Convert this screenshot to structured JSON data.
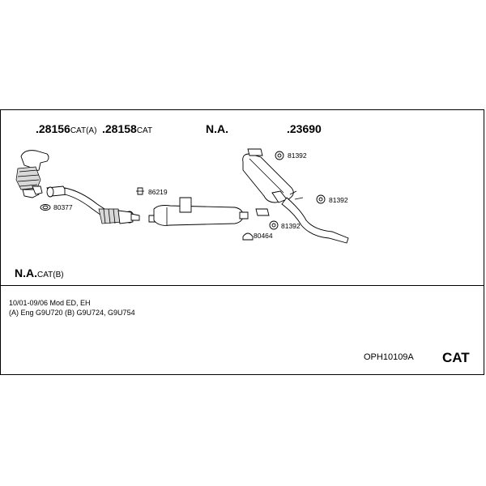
{
  "headers": {
    "item1_num": ".28156",
    "item1_sfx": "CAT(A)",
    "item2_num": ".28158",
    "item2_sfx": "CAT",
    "item3_num": "N.A.",
    "item4_num": ".23690"
  },
  "callouts": {
    "c80377": "80377",
    "c86219": "86219",
    "c81392a": "81392",
    "c81392b": "81392",
    "c81392c": "81392",
    "c80464": "80464"
  },
  "note": {
    "num": "N.A.",
    "sfx": "CAT(B)"
  },
  "info": {
    "line1": "10/01-09/06    Mod ED, EH",
    "line2": "(A) Eng G9U720 (B) G9U724, G9U754"
  },
  "footer": {
    "reference": "OPH10109A",
    "badge": "CAT"
  }
}
